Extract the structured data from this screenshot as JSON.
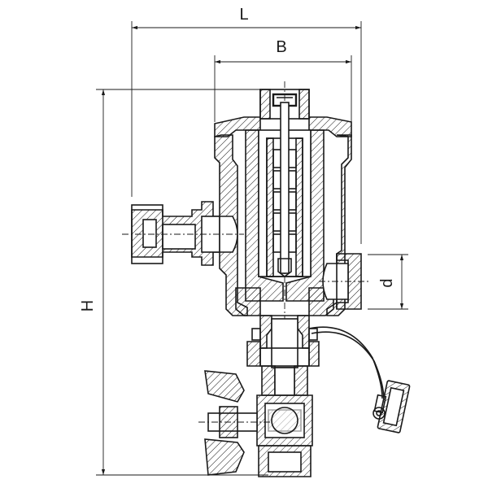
{
  "drawing": {
    "dimensions": {
      "L": "L",
      "B": "B",
      "H": "H",
      "d": "d"
    },
    "colors": {
      "line": "#1a1a1a",
      "background": "#ffffff"
    }
  }
}
